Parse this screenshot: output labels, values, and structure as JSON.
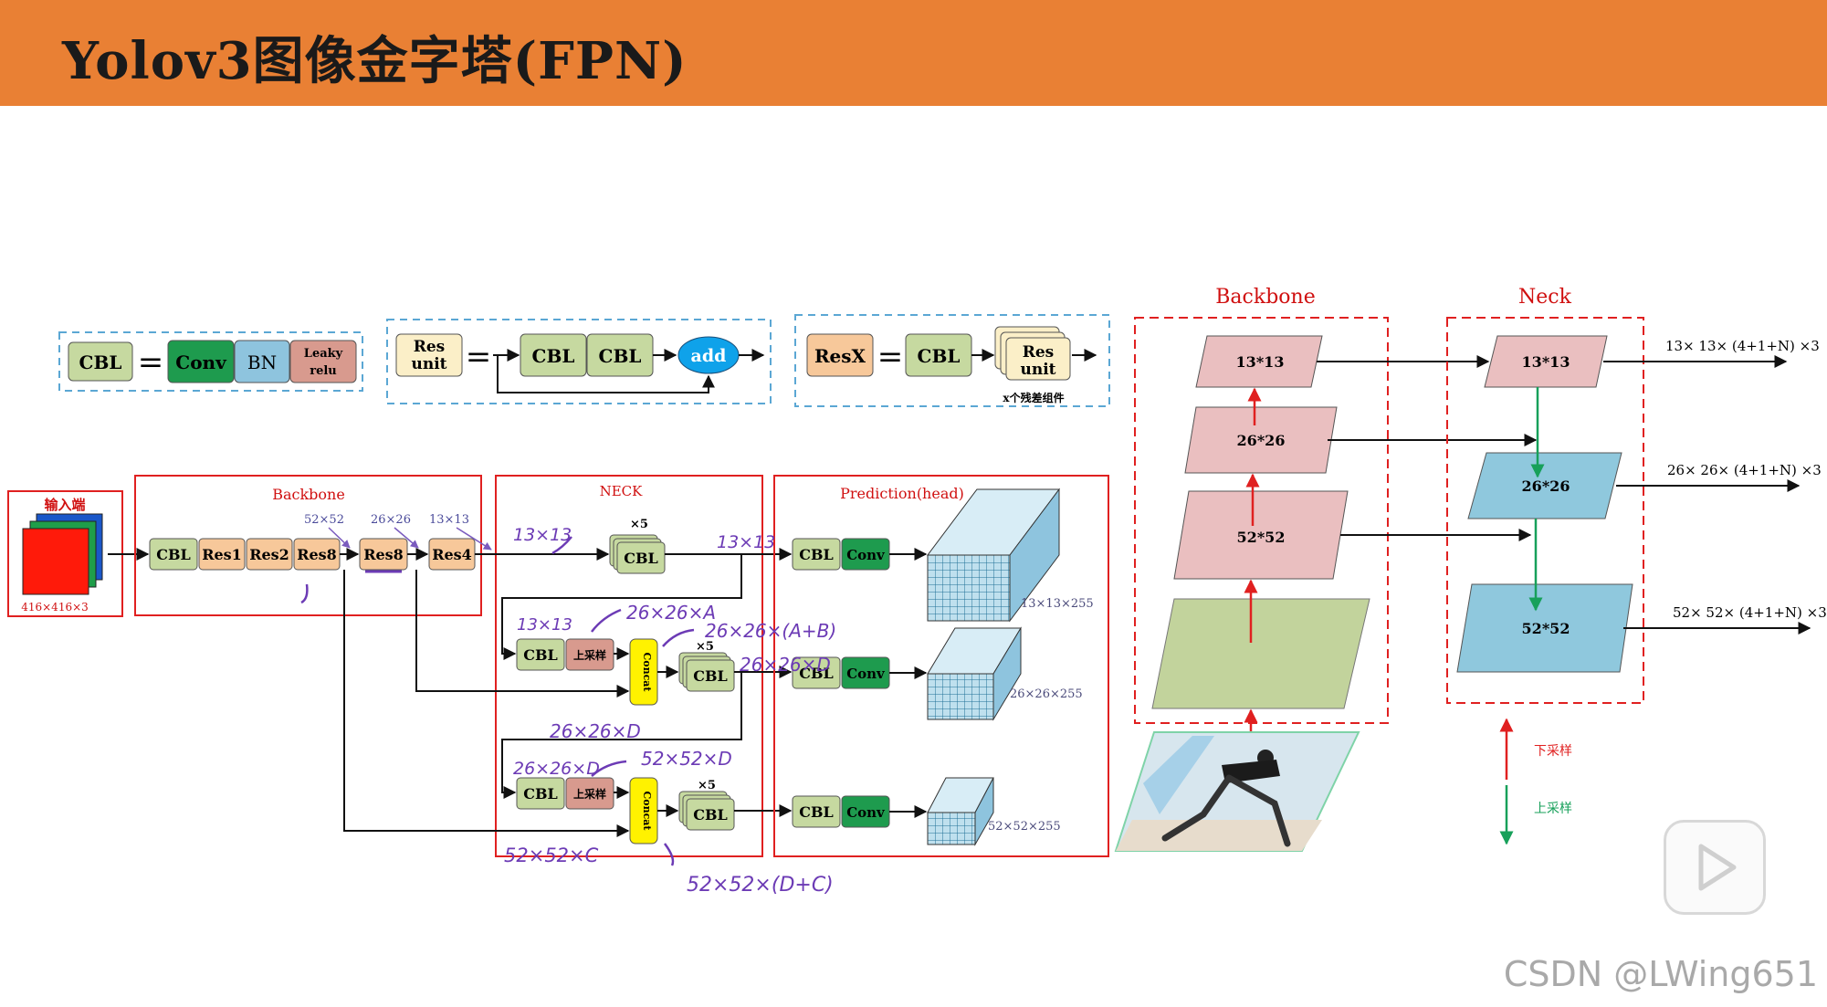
{
  "title": "Yolov3图像金字塔(FPN)",
  "watermark": "CSDN @LWing651",
  "legend": {
    "cbl": {
      "lhs": "CBL",
      "eq": "=",
      "conv": "Conv",
      "bn": "BN",
      "leaky1": "Leaky",
      "leaky2": "relu"
    },
    "res": {
      "lhs1": "Res",
      "lhs2": "unit",
      "eq": "=",
      "cbl1": "CBL",
      "cbl2": "CBL",
      "add": "add"
    },
    "resx": {
      "lhs": "ResX",
      "eq": "=",
      "cbl": "CBL",
      "unit1": "Res",
      "unit2": "unit",
      "caption": "x个残差组件"
    }
  },
  "input": {
    "label": "输入端",
    "size": "416×416×3"
  },
  "backbone": {
    "title": "Backbone",
    "blocks": [
      "CBL",
      "Res1",
      "Res2",
      "Res8",
      "Res8",
      "Res4"
    ],
    "dims": [
      "52×52",
      "26×26",
      "13×13"
    ]
  },
  "neck": {
    "title": "NECK",
    "cbl": "CBL",
    "upsample": "上采样",
    "concat": "Concat",
    "x5": "×5"
  },
  "prediction": {
    "title": "Prediction(head)",
    "cbl": "CBL",
    "conv": "Conv",
    "outputs": [
      "13×13×255",
      "26×26×255",
      "52×52×255"
    ]
  },
  "annotations": [
    "13×13",
    "13×13",
    "13×13",
    "26×26×A",
    "26×26×(A+B)",
    "26×26×D",
    "26×26×D",
    "26×26×D",
    "52×52×D",
    "52×52×C",
    "52×52×(D+C)"
  ],
  "fpn": {
    "backbone_title": "Backbone",
    "neck_title": "Neck",
    "backbone_layers": [
      "13*13",
      "26*26",
      "52*52"
    ],
    "neck_layers": [
      "13*13",
      "26*26",
      "52*52"
    ],
    "outputs": [
      "13× 13× (4+1+N) ×3",
      "26× 26× (4+1+N) ×3",
      "52× 52× (4+1+N) ×3"
    ],
    "legend_down": "下采样",
    "legend_up": "上采样"
  },
  "colors": {
    "header": "#E98034",
    "cbl": "#C6D9A0",
    "conv": "#1E9B4E",
    "bn": "#8EC4DE",
    "leaky": "#D89A8E",
    "res": "#F7C89A",
    "resunit": "#FBEFC8",
    "add": "#0FA2EA",
    "concat": "#FFF200",
    "pink_layer": "#EABFC0",
    "blue_layer": "#8FC8DD",
    "green_layer": "#C2D39C",
    "annotation": "#6C3BB5"
  }
}
